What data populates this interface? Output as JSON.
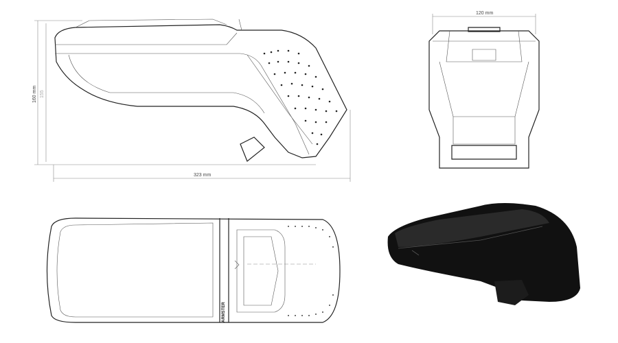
{
  "dimensions": {
    "height": "160 mm",
    "height_inner": "155",
    "length": "323 mm",
    "width": "120 mm"
  },
  "logo_text": "ARMSTER",
  "colors": {
    "line": "#222222",
    "render_body": "#111111"
  }
}
